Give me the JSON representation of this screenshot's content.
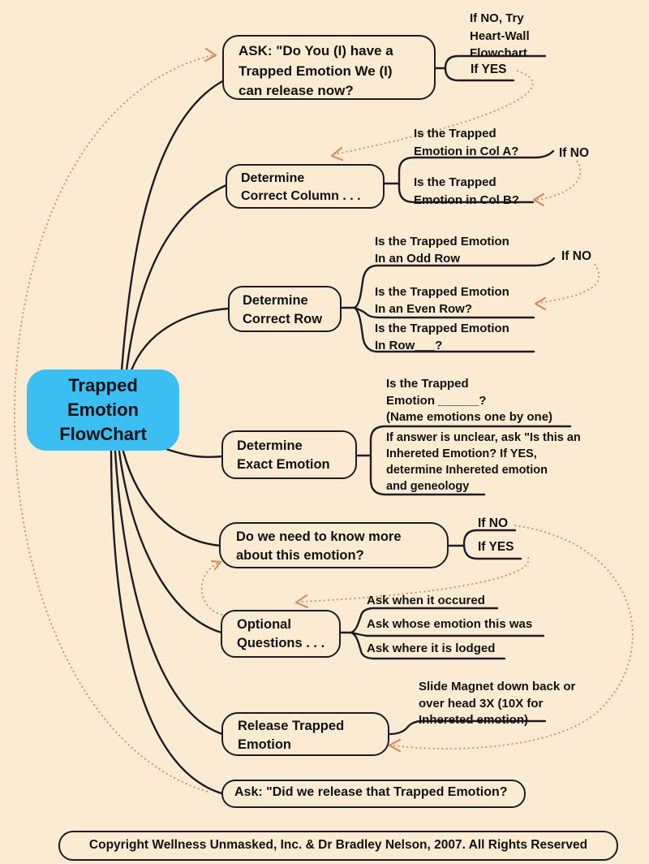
{
  "palette": {
    "background": "#FCEBD3",
    "node_fill": "#3BBFF3",
    "line": "#1c1c26",
    "dotted": "#CE9063",
    "text": "#111111"
  },
  "central": {
    "lines": [
      "Trapped",
      "Emotion",
      "FlowChart"
    ]
  },
  "nodes": {
    "ask": {
      "lines": [
        "ASK: \"Do You (I) have a",
        "Trapped Emotion We (I)",
        "can release now?"
      ]
    },
    "det_col": {
      "lines": [
        "Determine",
        "Correct Column . . ."
      ]
    },
    "det_row": {
      "lines": [
        "Determine",
        "Correct Row"
      ]
    },
    "det_exact": {
      "lines": [
        "Determine",
        "Exact Emotion"
      ]
    },
    "know_more": {
      "lines": [
        "Do we need to know more",
        "about this emotion?"
      ]
    },
    "optional": {
      "lines": [
        "Optional",
        "Questions . . ."
      ]
    },
    "release": {
      "lines": [
        "Release Trapped",
        "Emotion"
      ]
    },
    "ask_did": {
      "text": "Ask: \"Did we release that Trapped Emotion?"
    },
    "copyright": {
      "text": "Copyright Wellness Unmasked, Inc. & Dr Bradley Nelson, 2007. All Rights Reserved"
    }
  },
  "labels": {
    "heart_wall": {
      "lines": [
        "If NO, Try",
        "Heart-Wall",
        "Flowchart"
      ]
    },
    "if_yes_top": "If YES",
    "col_a": {
      "lines": [
        "Is the Trapped",
        "Emotion in Col A?"
      ]
    },
    "if_no_col": "If NO",
    "col_b": {
      "lines": [
        "Is the Trapped",
        "Emotion in Col B?"
      ]
    },
    "odd_row": {
      "lines": [
        "Is the Trapped Emotion",
        "In an Odd Row"
      ]
    },
    "if_no_row": "If NO",
    "even_row": {
      "lines": [
        "Is the Trapped Emotion",
        "In an Even Row?"
      ]
    },
    "row_blank": {
      "lines": [
        "Is the Trapped Emotion",
        "In Row___?"
      ]
    },
    "name_emotion": {
      "lines": [
        "Is the Trapped",
        "Emotion ______?",
        "(Name emotions one by one)"
      ]
    },
    "inherited": {
      "lines": [
        "If answer is unclear, ask \"Is this an",
        "Inhereted Emotion? If YES,",
        "determine Inhereted emotion",
        "and geneology"
      ]
    },
    "if_no_more": "If NO",
    "if_yes_more": "If YES",
    "ask_when": "Ask when it occured",
    "ask_whose": "Ask whose emotion this was",
    "ask_where": "Ask where it is lodged",
    "slide_magnet": {
      "lines": [
        "Slide Magnet down back or",
        "over head 3X (10X for",
        "Inhereted emotion)"
      ]
    }
  }
}
